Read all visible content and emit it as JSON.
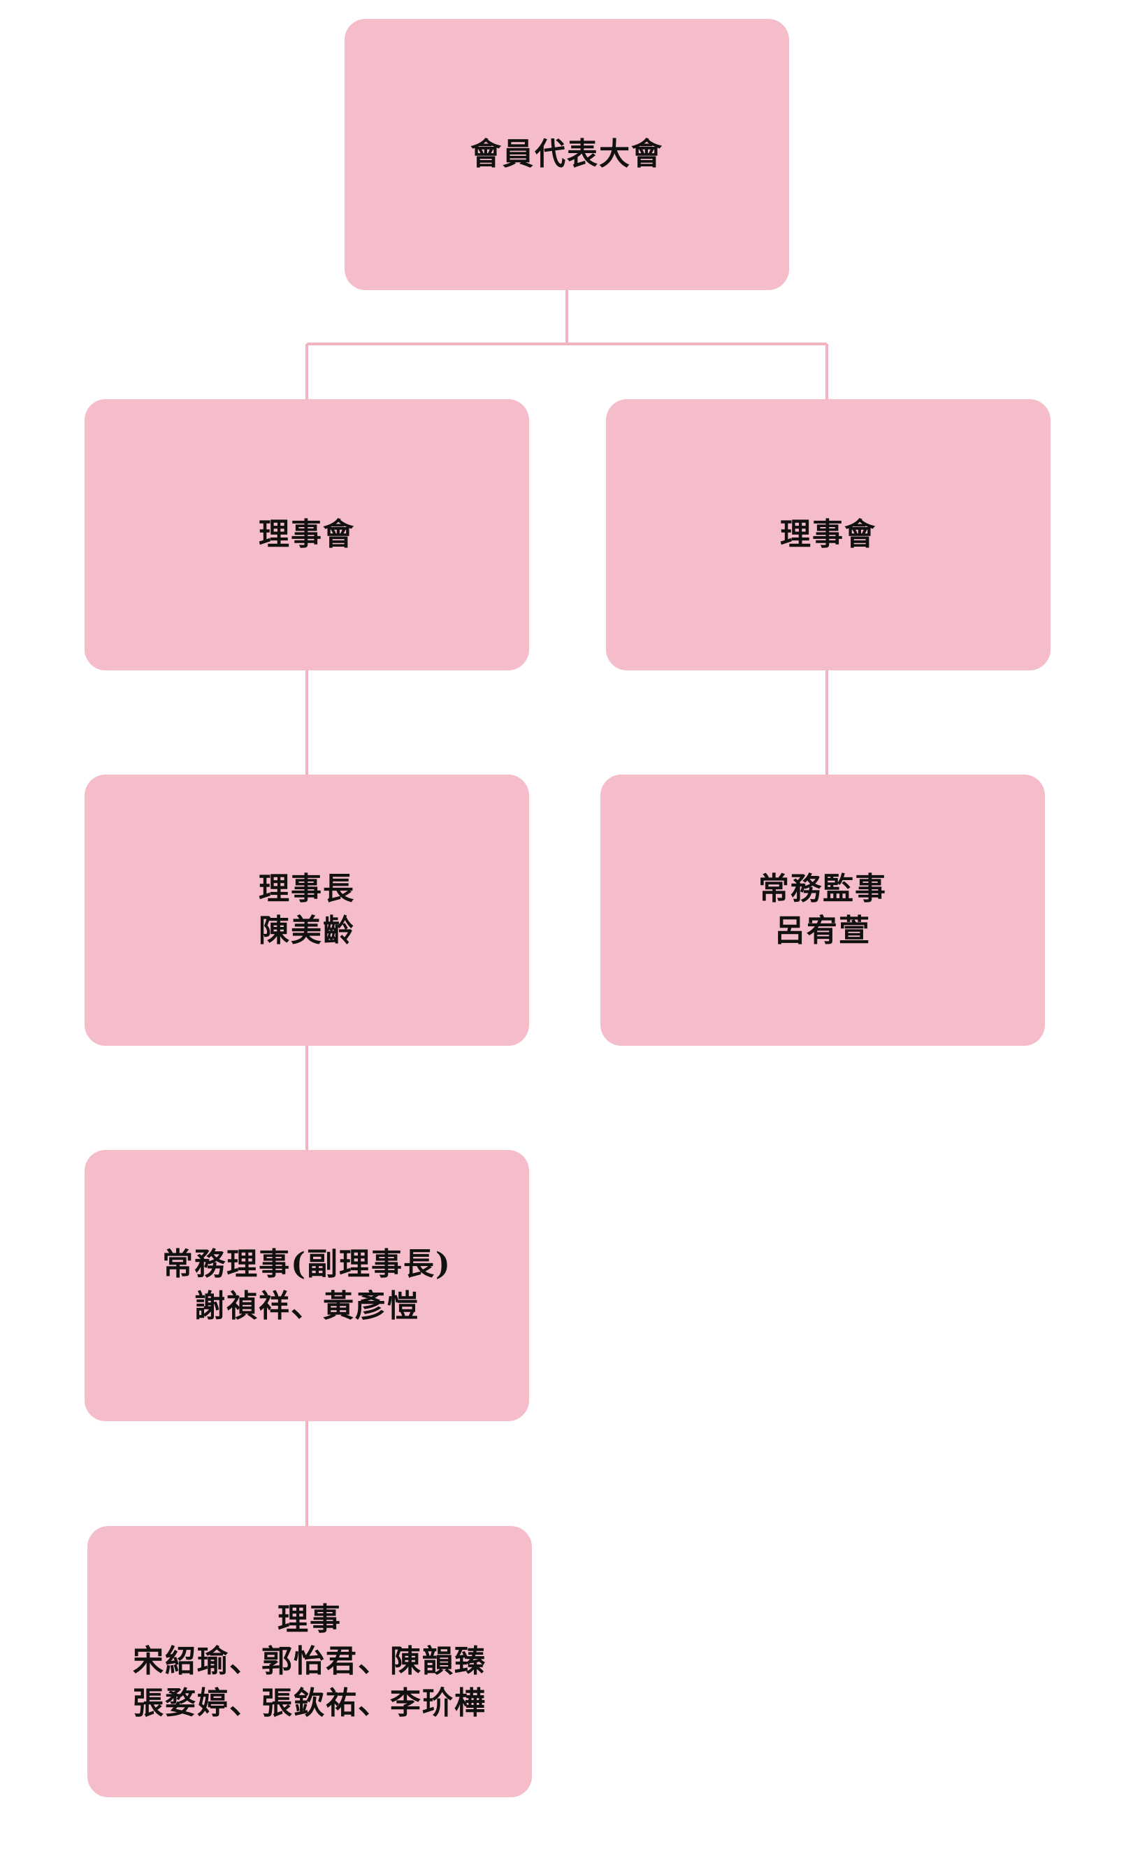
{
  "colors": {
    "box_fill": "#f5bcc9",
    "connector": "#f2b3c1",
    "text": "#111111"
  },
  "nodes": {
    "assembly": {
      "lines": [
        "會員代表大會"
      ]
    },
    "board_left": {
      "lines": [
        "理事會"
      ]
    },
    "board_right": {
      "lines": [
        "理事會"
      ]
    },
    "chair": {
      "lines": [
        "理事長",
        "陳美齡"
      ]
    },
    "supervisor": {
      "lines": [
        "常務監事",
        "呂宥萱"
      ]
    },
    "standing": {
      "lines": [
        "常務理事(副理事長)",
        "謝禎祥、黃彥愷"
      ]
    },
    "directors": {
      "lines": [
        "理事",
        "宋紹瑜、郭怡君、陳韻臻",
        "張婺婷、張欽祐、李玠樺"
      ]
    }
  }
}
